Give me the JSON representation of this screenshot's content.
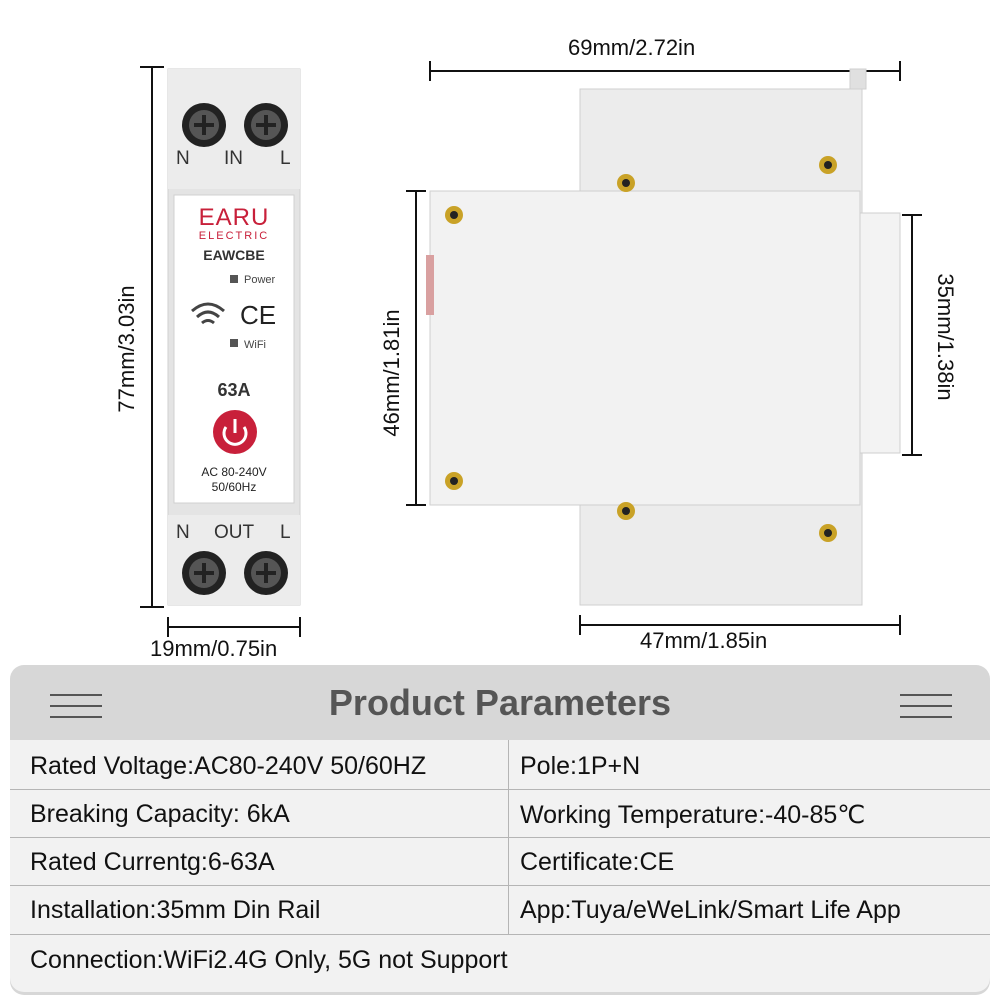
{
  "front": {
    "brand": "EARU",
    "brand_sub": "ELECTRIC",
    "model": "EAWCBE",
    "power_label": "Power",
    "ce": "CE",
    "wifi_label": "WiFi",
    "current": "63A",
    "voltage": "AC 80-240V",
    "freq": "50/60Hz",
    "top_labels": [
      "N",
      "IN",
      "L"
    ],
    "bottom_labels": [
      "N",
      "OUT",
      "L"
    ]
  },
  "dims": {
    "height": "77mm/3.03in",
    "width_front": "19mm/0.75in",
    "depth": "69mm/2.72in",
    "side_height": "46mm/1.81in",
    "rail": "35mm/1.38in",
    "side_bottom": "47mm/1.85in"
  },
  "params": {
    "title": "Product Parameters",
    "rows": [
      [
        "Rated Voltage:AC80-240V 50/60HZ",
        "Pole:1P+N"
      ],
      [
        "Breaking Capacity: 6kA",
        "Working Temperature:-40-85℃"
      ],
      [
        "Rated Currentg:6-63A",
        "Certificate:CE"
      ],
      [
        "Installation:35mm Din Rail",
        "App:Tuya/eWeLink/Smart Life App"
      ],
      [
        "Connection:WiFi2.4G Only, 5G not Support"
      ]
    ]
  },
  "colors": {
    "brand_red": "#c8203a",
    "button_red": "#c8203a",
    "panel_gray": "#d7d7d7"
  }
}
